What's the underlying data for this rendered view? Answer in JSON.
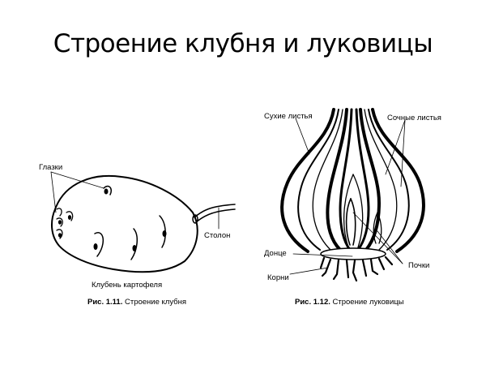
{
  "slide": {
    "title": "Строение клубня и луковицы"
  },
  "tuber_figure": {
    "labels": {
      "eyes": "Глазки",
      "stolon": "Столон"
    },
    "subtitle": "Клубень картофеля",
    "caption_number": "Рис. 1.11.",
    "caption_text": "Строение клубня"
  },
  "bulb_figure": {
    "labels": {
      "dry_leaves": "Сухие листья",
      "juicy_leaves": "Сочные листья",
      "basal_plate": "Донце",
      "roots": "Корни",
      "buds": "Почки"
    },
    "caption_number": "Рис. 1.12.",
    "caption_text": "Строение луковицы"
  }
}
